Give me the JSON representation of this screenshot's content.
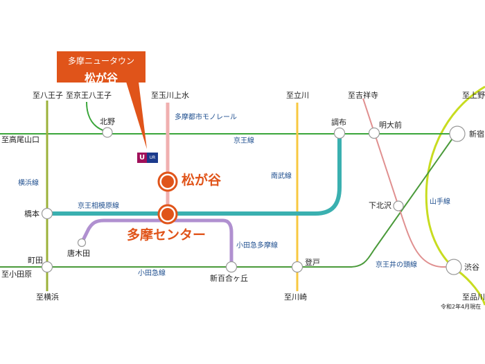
{
  "callout": {
    "subtitle": "多摩ニュータウン",
    "title": "松が谷"
  },
  "logo": {
    "mark": "U",
    "text": "UR"
  },
  "highlight_stations": {
    "matsugaya": "松が谷",
    "tama_center": "多摩センター"
  },
  "stations": {
    "kitano": "北野",
    "chofu": "調布",
    "meidaimae": "明大前",
    "shinjuku": "新宿",
    "hashimoto": "橋本",
    "shimokitazawa": "下北沢",
    "karakida": "唐木田",
    "machida": "町田",
    "shinyurigaoka": "新百合ヶ丘",
    "noborito": "登戸",
    "shibuya": "渋谷"
  },
  "directions": {
    "hachioji": "至八王子",
    "keio_hachioji": "至京王八王子",
    "tamagawajosui": "至玉川上水",
    "tachikawa": "至立川",
    "kichijoji": "至吉祥寺",
    "ueno": "至上野",
    "takaosanguchi": "至高尾山口",
    "odawara": "至小田原",
    "yokohama": "至横浜",
    "kawasaki": "至川崎",
    "shinagawa": "至品川"
  },
  "lines": {
    "monorail": "多摩都市モノレール",
    "keio": "京王線",
    "yokohama": "横浜線",
    "nambu": "南武線",
    "sagamihara": "京王相模原線",
    "odakyu_tama": "小田急多摩線",
    "odakyu": "小田急線",
    "inokashira": "京王井の頭線",
    "yamanote": "山手線"
  },
  "note": "令和2年4月現在",
  "colors": {
    "accent": "#e0541a",
    "keio": "#3aa53a",
    "yokohama": "#9bb13a",
    "monorail": "#f0b0b0",
    "nambu": "#f8c840",
    "sagamihara": "#3ab0b0",
    "odakyu_tama": "#b090d0",
    "odakyu": "#4a9a3a",
    "inokashira": "#e09090",
    "yamanote": "#c8dc20",
    "line_label": "#1f4f8f"
  }
}
